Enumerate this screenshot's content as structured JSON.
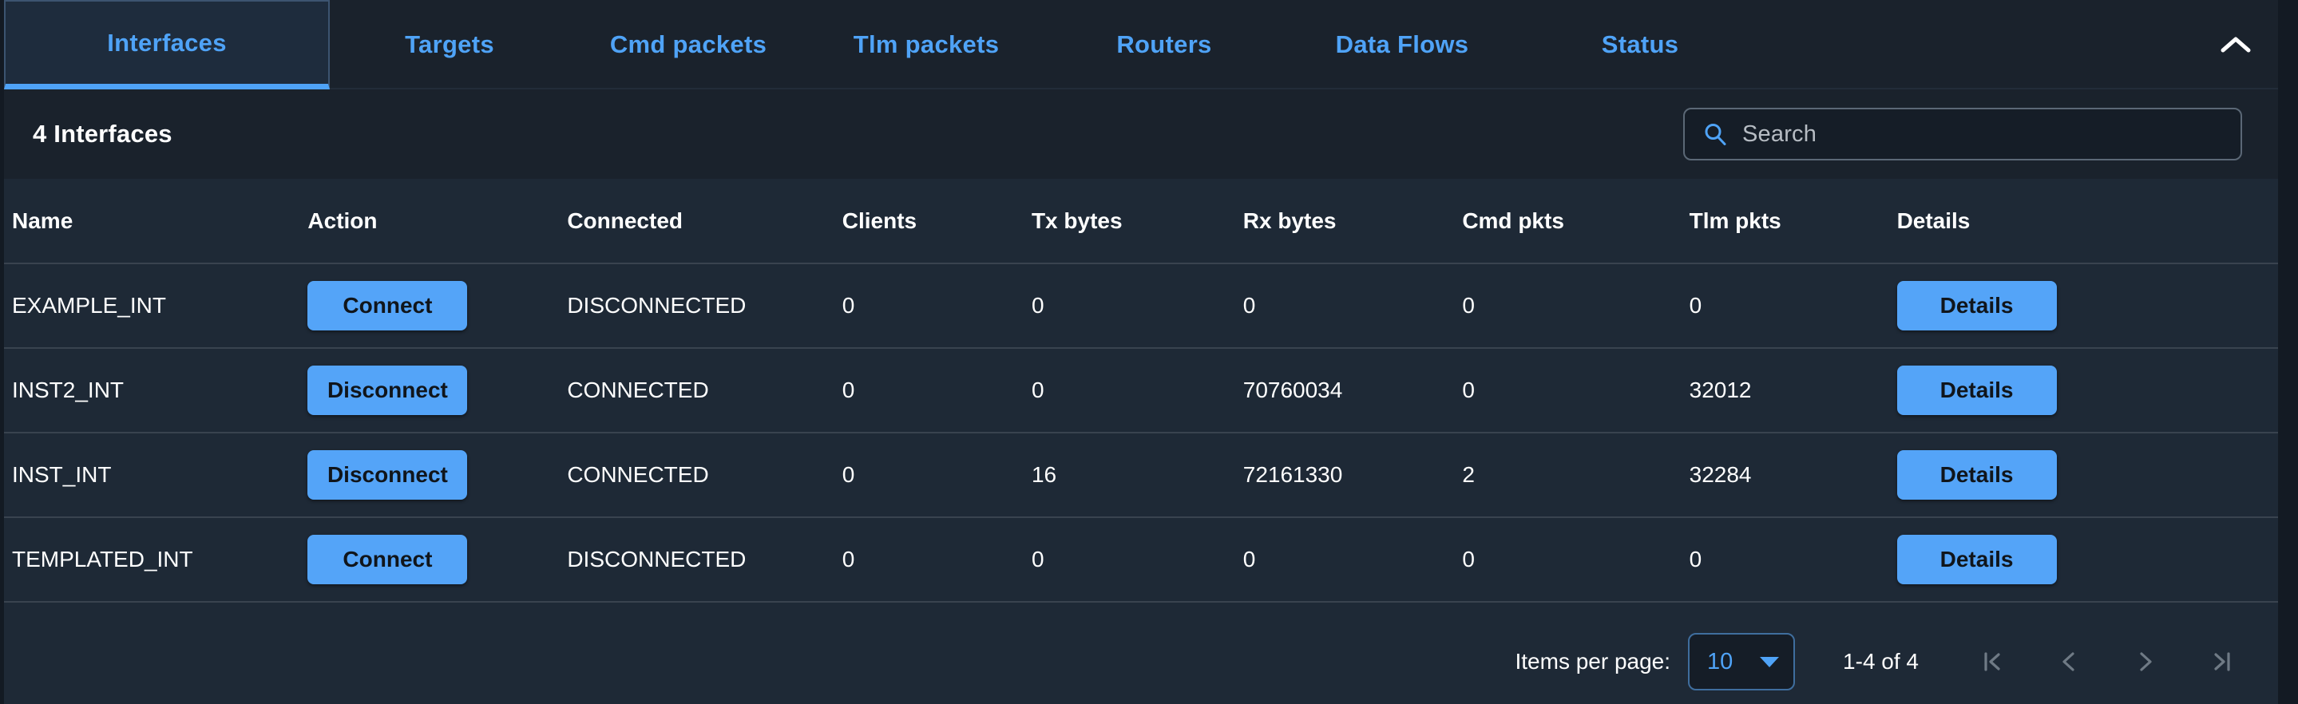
{
  "tabs": [
    {
      "label": "Interfaces",
      "active": true
    },
    {
      "label": "Targets",
      "active": false
    },
    {
      "label": "Cmd packets",
      "active": false
    },
    {
      "label": "Tlm packets",
      "active": false
    },
    {
      "label": "Routers",
      "active": false
    },
    {
      "label": "Data Flows",
      "active": false
    },
    {
      "label": "Status",
      "active": false
    }
  ],
  "collapse_icon": "chevron-up-icon",
  "toolbar": {
    "title": "4 Interfaces",
    "search_placeholder": "Search",
    "search_value": "",
    "search_icon": "search-icon"
  },
  "table": {
    "columns": [
      "Name",
      "Action",
      "Connected",
      "Clients",
      "Tx bytes",
      "Rx bytes",
      "Cmd pkts",
      "Tlm pkts",
      "Details"
    ],
    "rows": [
      {
        "name": "EXAMPLE_INT",
        "action": "Connect",
        "connected": "DISCONNECTED",
        "connected_state": "disconnected",
        "clients": "0",
        "tx_bytes": "0",
        "rx_bytes": "0",
        "cmd_pkts": "0",
        "tlm_pkts": "0",
        "details": "Details"
      },
      {
        "name": "INST2_INT",
        "action": "Disconnect",
        "connected": "CONNECTED",
        "connected_state": "connected",
        "clients": "0",
        "tx_bytes": "0",
        "rx_bytes": "70760034",
        "cmd_pkts": "0",
        "tlm_pkts": "32012",
        "details": "Details"
      },
      {
        "name": "INST_INT",
        "action": "Disconnect",
        "connected": "CONNECTED",
        "connected_state": "connected",
        "clients": "0",
        "tx_bytes": "16",
        "rx_bytes": "72161330",
        "cmd_pkts": "2",
        "tlm_pkts": "32284",
        "details": "Details"
      },
      {
        "name": "TEMPLATED_INT",
        "action": "Connect",
        "connected": "DISCONNECTED",
        "connected_state": "disconnected",
        "clients": "0",
        "tx_bytes": "0",
        "rx_bytes": "0",
        "cmd_pkts": "0",
        "tlm_pkts": "0",
        "details": "Details"
      }
    ]
  },
  "paginator": {
    "items_per_page_label": "Items per page:",
    "items_per_page_value": "10",
    "range_label": "1-4 of 4",
    "first_page_icon": "first-page-icon",
    "prev_page_icon": "previous-page-icon",
    "next_page_icon": "next-page-icon",
    "last_page_icon": "last-page-icon"
  },
  "colors": {
    "accent_blue": "#4fa3f7",
    "button_blue": "#54a4f8",
    "connected_green": "#4ce838",
    "panel_bg": "#1a222c",
    "table_bg": "#1e2936",
    "page_bg": "#131a23",
    "row_divider": "#39434f"
  }
}
